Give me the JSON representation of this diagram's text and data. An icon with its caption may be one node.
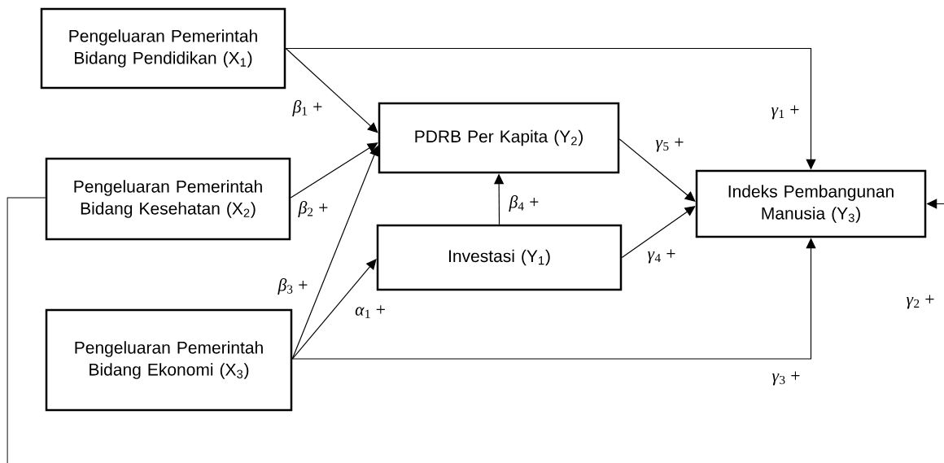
{
  "diagram": {
    "nodes": [
      {
        "text": [
          "Pengeluaran Pemerintah Bidang Pendidikan (X$_{1}$)"
        ]
      },
      {
        "text": [
          "Pengeluaran Pemerintah Bidang Kesehatan (X$_{2}$)"
        ]
      },
      {
        "text": [
          "Pengeluaran Pemerintah Bidang Ekonomi (X$_{3}$)"
        ]
      },
      {
        "text": [
          "PDRB Per Kapita (Y$_{2}$)"
        ]
      },
      {
        "text": [
          "Investasi (Y$_{1}$)"
        ]
      },
      {
        "text": [
          "Indeks Pembangunan Manusia (Y$_{3}$)"
        ]
      }
    ],
    "edges": [
      {
        "from": 0,
        "to": 3,
        "arrow": "to",
        "label": "*β*$_{1}$ +"
      },
      {
        "from": 1,
        "to": 3,
        "arrow": "to",
        "label": "*β*$_{2}$ +"
      },
      {
        "from": 2,
        "to": 3,
        "arrow": "to",
        "label": "*β*$_{3}$ +"
      },
      {
        "from": 2,
        "to": 4,
        "arrow": "to",
        "label": "*α*$_{1}$ +"
      },
      {
        "from": 4,
        "to": 3,
        "arrow": "to",
        "label": "*β*$_{4}$ +"
      },
      {
        "from": 3,
        "to": 5,
        "arrow": "to",
        "label": "*γ*$_{5}$ +"
      },
      {
        "from": 4,
        "to": 5,
        "arrow": "to",
        "label": "*γ*$_{4}$ +"
      },
      {
        "from": 0,
        "to": 5,
        "arrow": "to",
        "label": "*γ*$_{1}$ +"
      },
      {
        "from": 2,
        "to": 5,
        "arrow": "to",
        "label": "*γ*$_{3}$ +"
      },
      {
        "from": 1,
        "to": 5,
        "arrow": "to",
        "label": "*γ*$_{2}$ +"
      }
    ]
  }
}
